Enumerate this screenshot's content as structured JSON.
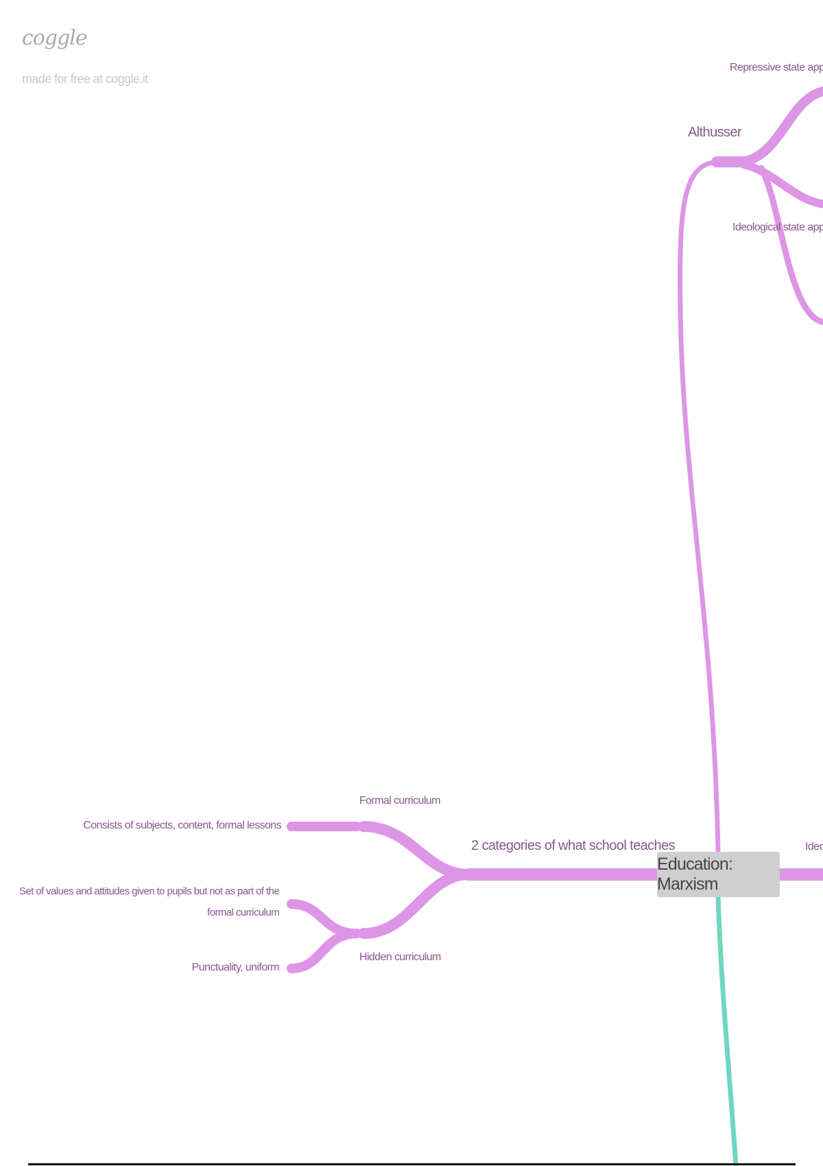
{
  "branding": {
    "logo": "coggle",
    "tagline": "made for free at coggle.it"
  },
  "root": {
    "label": "Education: Marxism"
  },
  "nodes": {
    "althusser": "Althusser",
    "repressive": "Repressive state appa",
    "ideological": "Ideological state appa",
    "right_branch": "Ideo",
    "categories": "2 categories of what school teaches",
    "formal": "Formal curriculum",
    "formal_detail": "Consists of subjects, content, formal lessons",
    "hidden": "Hidden curriculum",
    "hidden_detail_1": "Set of values and attitudes given to pupils but not as part of the",
    "hidden_detail_2": "formal curriculum",
    "hidden_detail_3": "Punctuality, uniform"
  },
  "colors": {
    "branch_pink": "#dd95e6",
    "branch_green": "#6fd6c1",
    "text": "#8a5590",
    "root_bg": "#cfcfcf"
  }
}
